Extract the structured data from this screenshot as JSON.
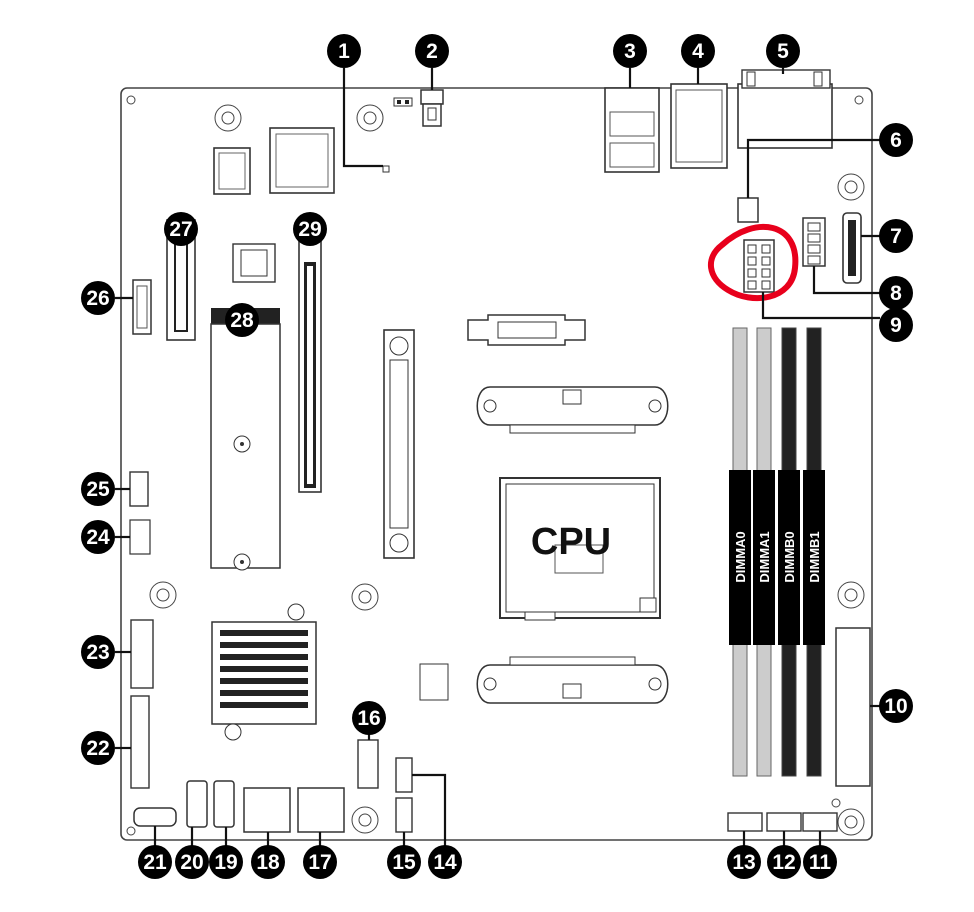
{
  "board": {
    "cpu_label": "CPU",
    "dimm_slots": [
      "DIMMA0",
      "DIMMA1",
      "DIMMB0",
      "DIMMB1"
    ],
    "callouts": [
      "1",
      "2",
      "3",
      "4",
      "5",
      "6",
      "7",
      "8",
      "9",
      "10",
      "11",
      "12",
      "13",
      "14",
      "15",
      "16",
      "17",
      "18",
      "19",
      "20",
      "21",
      "22",
      "23",
      "24",
      "25",
      "26",
      "27",
      "28",
      "29"
    ],
    "highlight_color": "#e8001c",
    "callout_color": "#000000"
  }
}
